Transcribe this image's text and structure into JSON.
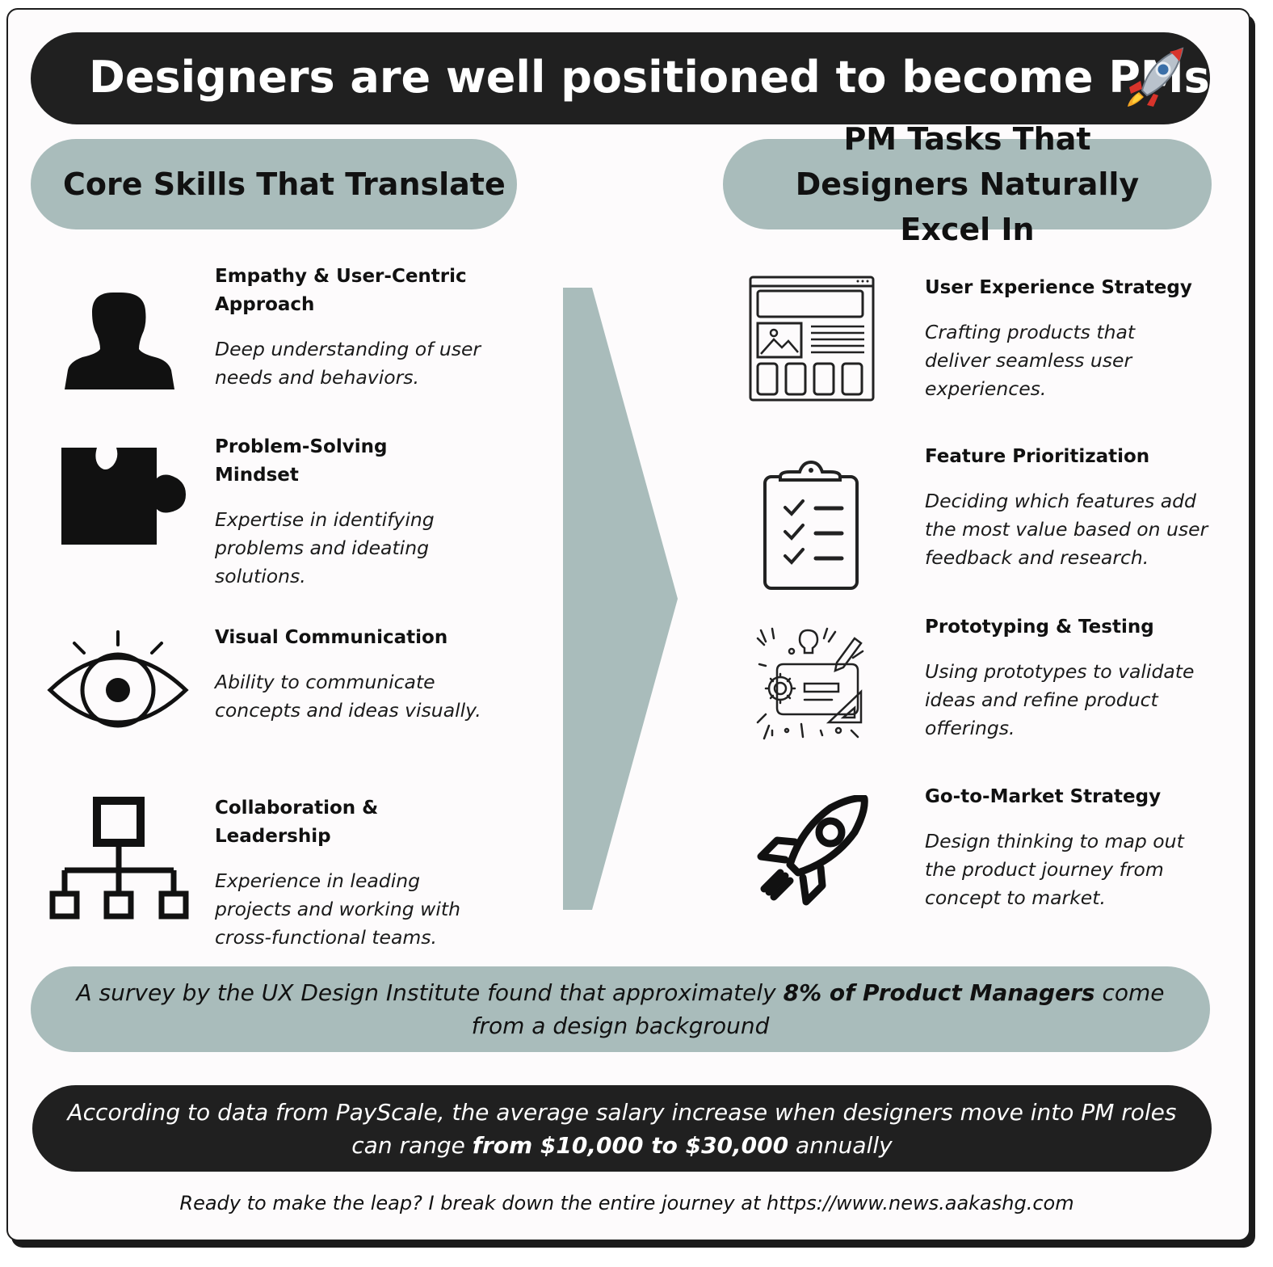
{
  "title": "Designers are well positioned to become PMs",
  "left_section": {
    "heading": "Core Skills That Translate",
    "items": [
      {
        "title": "Empathy & User-Centric Approach",
        "desc": "Deep understanding of user needs and behaviors.",
        "icon": "person-silhouette-icon"
      },
      {
        "title": "Problem-Solving Mindset",
        "desc": "Expertise in identifying problems and ideating solutions.",
        "icon": "puzzle-piece-icon"
      },
      {
        "title": "Visual Communication",
        "desc": "Ability to communicate concepts and ideas visually.",
        "icon": "eye-icon"
      },
      {
        "title": "Collaboration & Leadership",
        "desc": "Experience in leading projects and working with cross-functional teams.",
        "icon": "org-chart-icon"
      }
    ]
  },
  "right_section": {
    "heading": "PM Tasks That Designers Naturally Excel In",
    "items": [
      {
        "title": "User Experience Strategy",
        "desc": "Crafting products that deliver seamless user experiences.",
        "icon": "wireframe-icon"
      },
      {
        "title": "Feature Prioritization",
        "desc": "Deciding which features add the most value based on user feedback and research.",
        "icon": "clipboard-checklist-icon"
      },
      {
        "title": "Prototyping & Testing",
        "desc": "Using prototypes to validate ideas and refine product offerings.",
        "icon": "prototype-sketch-icon"
      },
      {
        "title": "Go-to-Market Strategy",
        "desc": "Design thinking to map out the product journey from concept to market.",
        "icon": "rocket-outline-icon"
      }
    ]
  },
  "survey": {
    "pre": "A survey by the UX Design Institute found that approximately ",
    "bold": "8% of Product Managers",
    "post": " come from a design background"
  },
  "salary": {
    "pre": "According to data from PayScale, the average salary increase when designers move into PM roles can range ",
    "bold": "from $10,000 to $30,000",
    "post": " annually"
  },
  "footer": "Ready to make the leap? I break down the entire journey at https://www.news.aakashg.com",
  "colors": {
    "dark": "#202020",
    "sage": "#a9bcbb",
    "background": "#fdfbfc"
  }
}
